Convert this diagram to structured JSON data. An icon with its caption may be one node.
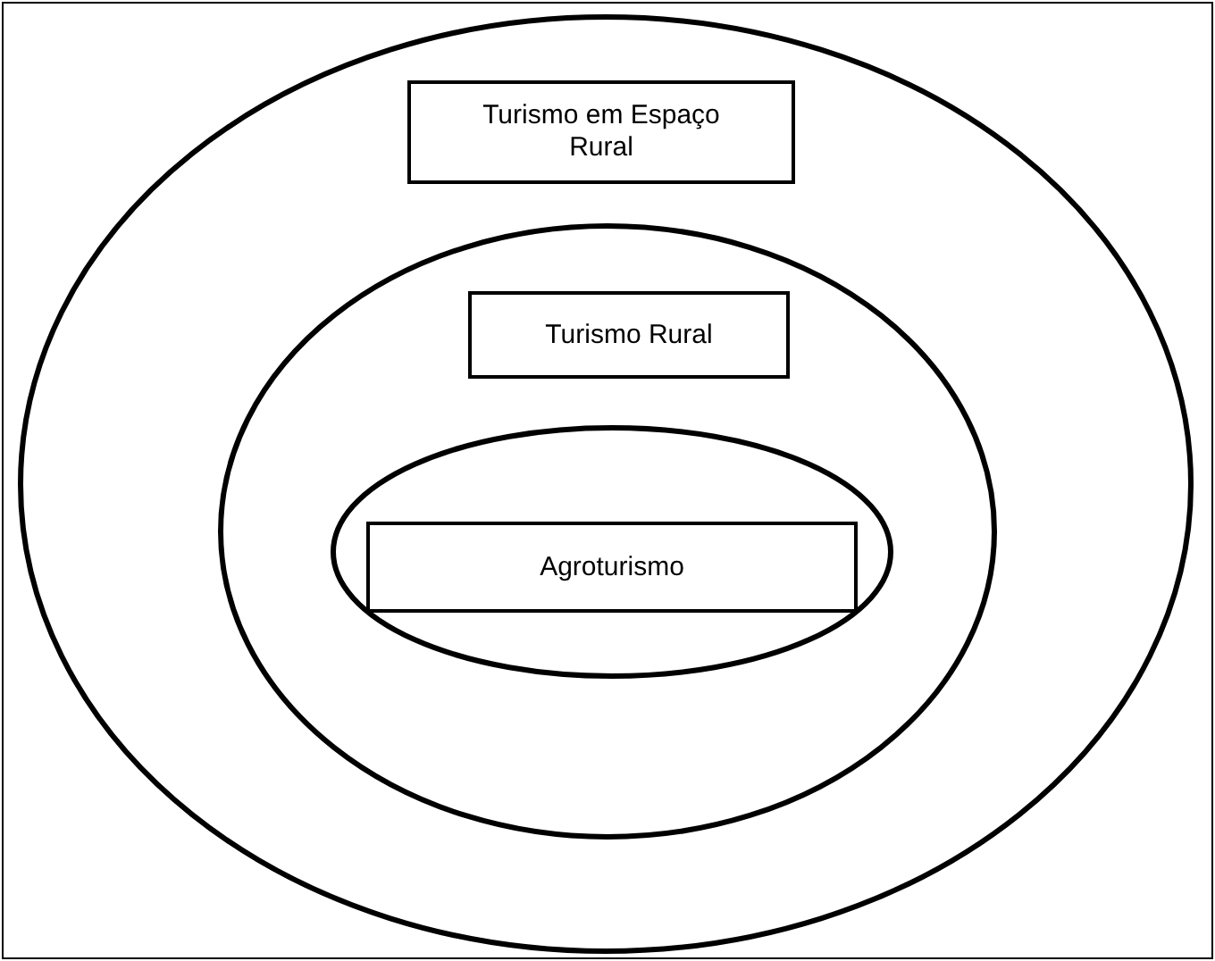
{
  "diagram": {
    "nodes": [
      {
        "text": [],
        "shape": "ellipse"
      },
      {
        "text": [
          "Turismo em Espaço Rural"
        ],
        "in": 0
      },
      {
        "text": [],
        "shape": "ellipse",
        "in": 0
      },
      {
        "text": [
          "Turismo Rural"
        ],
        "in": 2
      },
      {
        "text": [],
        "shape": "ellipse",
        "in": 2
      },
      {
        "text": [
          "Agroturismo"
        ],
        "in": 4
      }
    ]
  }
}
